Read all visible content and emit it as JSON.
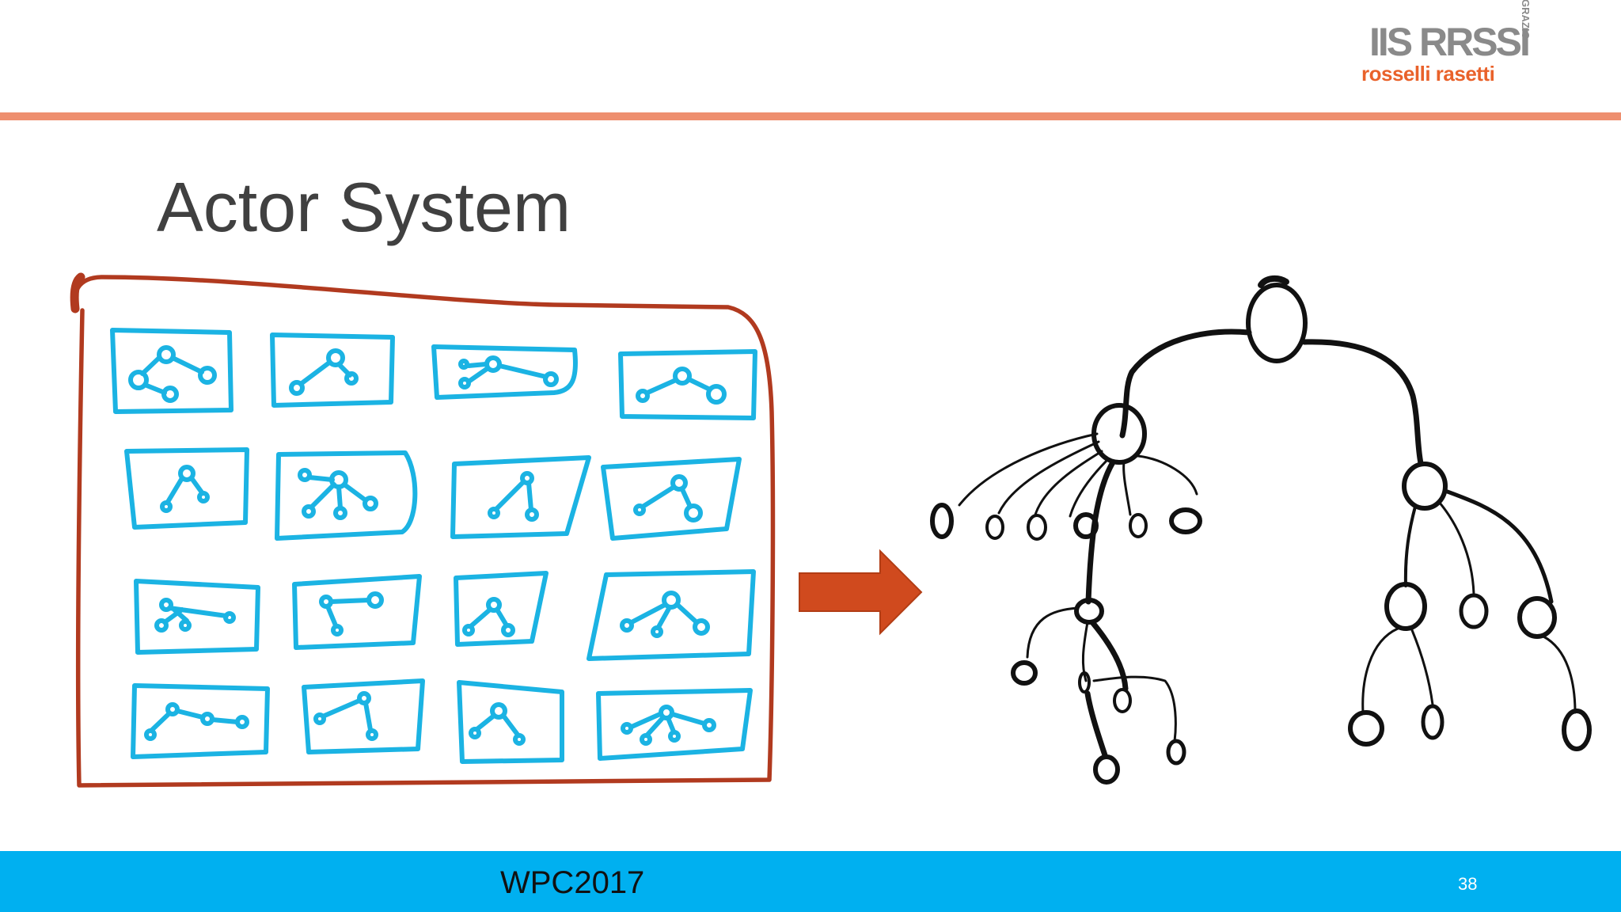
{
  "slide": {
    "title": "Actor System",
    "number": "38"
  },
  "footer": {
    "event_name": "WPC2017"
  },
  "logo": {
    "mark": "IIS RRSSI",
    "mark_small": "GRAZIO",
    "name": "rosselli rasetti"
  },
  "colors": {
    "header_rule": "#ee8f6f",
    "footer_band": "#00b0f0",
    "system_border": "#b13a1f",
    "actor_box": "#1bb3e3",
    "arrow": "#d04a1e",
    "tree_ink": "#111111",
    "title_text": "#404040"
  },
  "icons": {
    "arrow": "right-arrow-icon"
  }
}
